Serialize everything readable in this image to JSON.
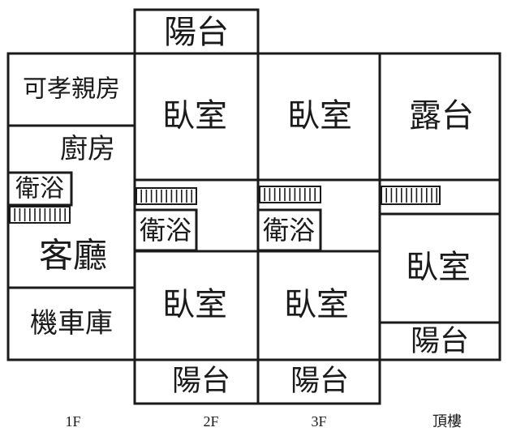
{
  "floors": {
    "f1": {
      "label": "1F",
      "rooms": {
        "parent_room": "可孝親房",
        "kitchen": "廚房",
        "bath": "衛浴",
        "living": "客廳",
        "garage": "機車庫"
      }
    },
    "f2": {
      "label": "2F",
      "rooms": {
        "balcony_top": "陽台",
        "bedroom_a": "臥室",
        "bath": "衛浴",
        "bedroom_b": "臥室",
        "balcony_bottom": "陽台"
      }
    },
    "f3": {
      "label": "3F",
      "rooms": {
        "bedroom_a": "臥室",
        "bath": "衛浴",
        "bedroom_b": "臥室",
        "balcony_bottom": "陽台"
      }
    },
    "roof": {
      "label": "頂樓",
      "rooms": {
        "terrace": "露台",
        "bedroom": "臥室",
        "balcony": "陽台"
      }
    }
  },
  "colors": {
    "line": "#1a1a1a",
    "background": "#ffffff"
  }
}
